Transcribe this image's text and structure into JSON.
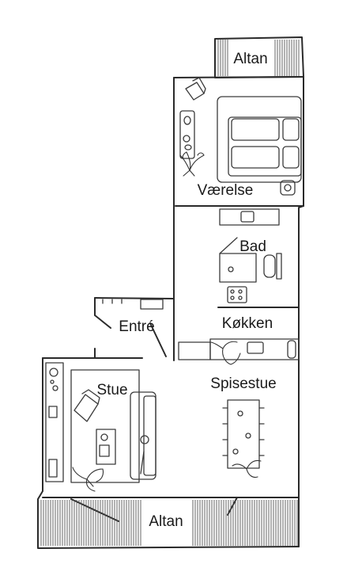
{
  "rooms": {
    "altan_top": "Altan",
    "vaerelse": "Værelse",
    "bad": "Bad",
    "entre": "Entré",
    "koekken": "Køkken",
    "stue": "Stue",
    "spisestue": "Spisestue",
    "altan_bottom": "Altan"
  },
  "colors": {
    "line": "#2a2a2a",
    "background": "#ffffff"
  }
}
